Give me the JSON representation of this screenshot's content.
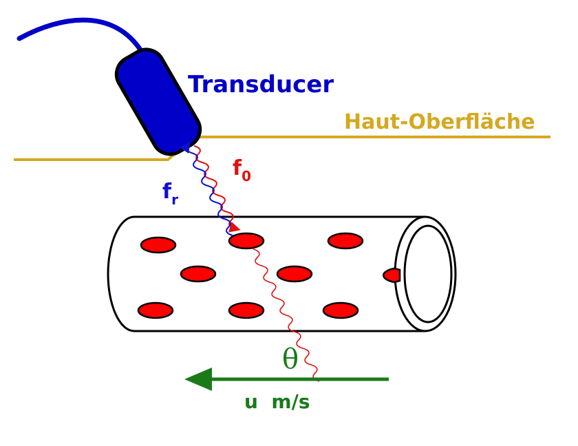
{
  "labels": {
    "transducer": "Transducer",
    "skin_surface": "Haut-Oberfläche",
    "f0_base": "f",
    "f0_sub": "0",
    "fr_base": "f",
    "fr_sub": "r",
    "theta": "θ",
    "velocity": "u  m/s"
  },
  "colors": {
    "transducer": "#0000c8",
    "skin": "#d4a820",
    "emitted_wave": "#e01010",
    "reflected_wave": "#1010d0",
    "blood_cell": "#ff0000",
    "flow": "#1a7a1a",
    "vessel_outline": "#000000"
  },
  "icons": {
    "probe": "transducer-icon",
    "vessel": "blood-vessel-icon",
    "cell": "red-blood-cell-icon",
    "flow": "flow-arrow-icon"
  }
}
